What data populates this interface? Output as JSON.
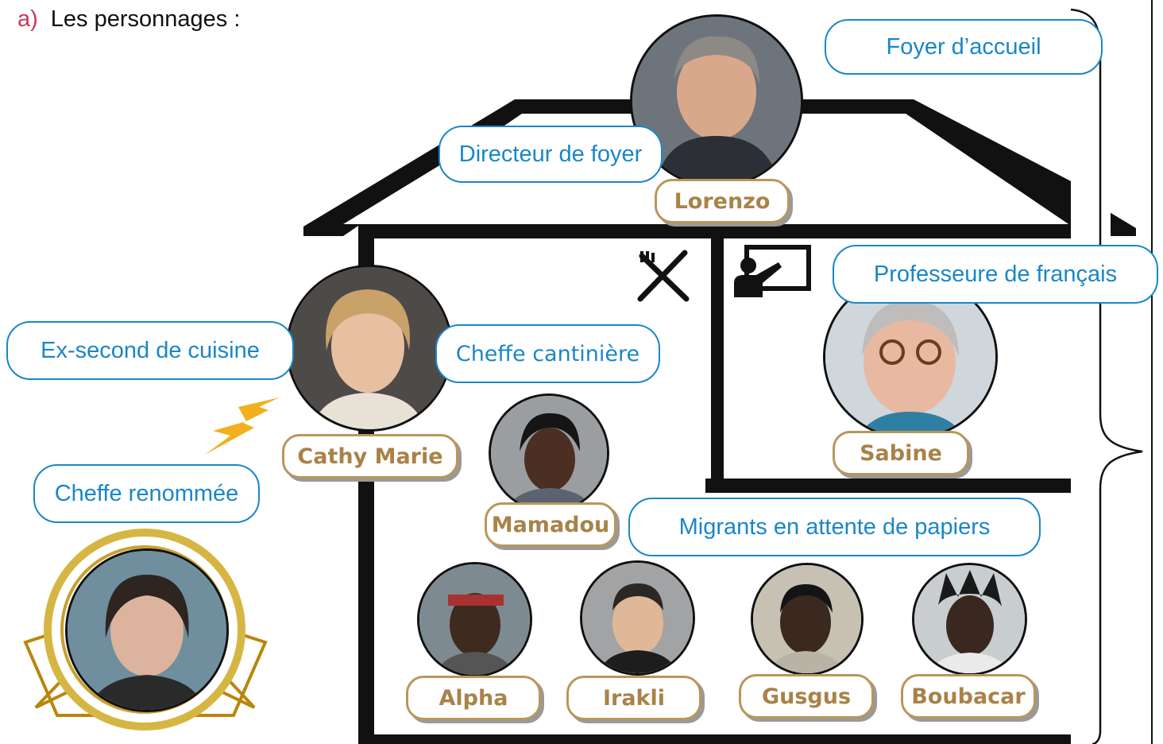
{
  "heading": {
    "number": "a)",
    "text": "Les personnages :"
  },
  "labels": {
    "foyer": "Foyer d’accueil",
    "directeur": "Directeur de foyer",
    "professeure": "Professeure de français",
    "ex_second": "Ex-second de cuisine",
    "cheffe_cantiniere": "Cheffe cantinière",
    "cheffe_renommee": "Cheffe renommée",
    "migrants": "Migrants en attente de papiers"
  },
  "names": {
    "lorenzo": "Lorenzo",
    "cathy": "Cathy Marie",
    "sabine": "Sabine",
    "mamadou": "Mamadou",
    "alpha": "Alpha",
    "irakli": "Irakli",
    "gusgus": "Gusgus",
    "boubacar": "Boubacar"
  },
  "icons": [
    "fork-knife-icon",
    "teacher-board-icon",
    "lightning-icon",
    "award-badge-icon"
  ],
  "colors": {
    "bubble": "#1a86c8",
    "name_border": "#b8975a",
    "name_text": "#a98248",
    "heading_number": "#c8385a",
    "lightning": "#f2b01e",
    "gold": "#c9a030"
  }
}
